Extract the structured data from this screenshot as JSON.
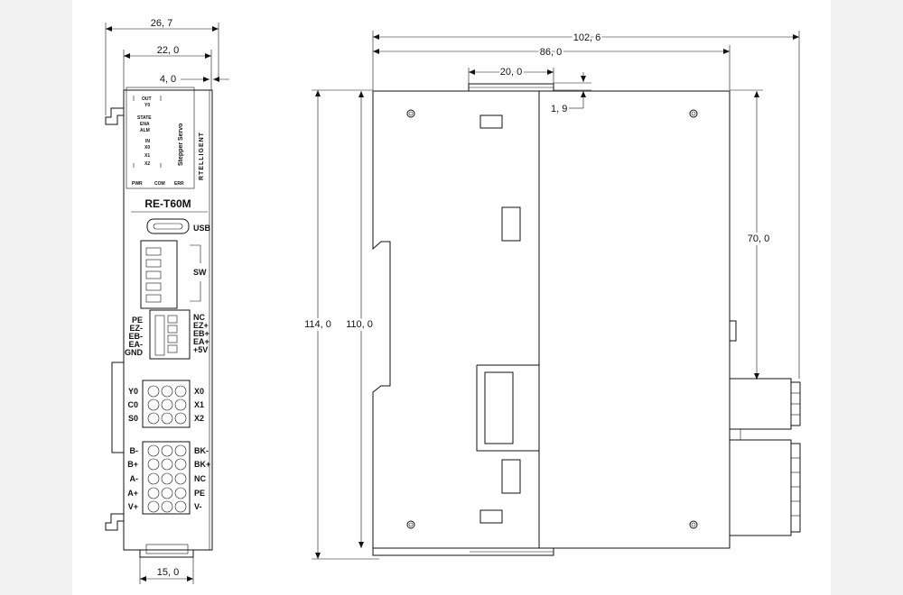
{
  "front_view": {
    "model": "RE-T60M",
    "brand": "RTELLIGENT",
    "product": "Stepper Servo",
    "status_indicators": [
      "OUT",
      "Y0",
      "STATE",
      "ENA",
      "ALM",
      "IN",
      "X0",
      "X1",
      "X2"
    ],
    "leds": [
      "PWR",
      "COM",
      "ERR"
    ],
    "usb_label": "USB",
    "sw_label": "SW",
    "encoder_left": [
      "PE",
      "EZ-",
      "EB-",
      "EA-",
      "GND"
    ],
    "encoder_right": [
      "NC",
      "EZ+",
      "EB+",
      "EA+",
      "+5V"
    ],
    "io_left": [
      "Y0",
      "C0",
      "S0"
    ],
    "io_right": [
      "X0",
      "X1",
      "X2"
    ],
    "power_left": [
      "B-",
      "B+",
      "A-",
      "A+",
      "V+"
    ],
    "power_right": [
      "BK-",
      "BK+",
      "NC",
      "PE",
      "V-"
    ]
  },
  "dimensions": {
    "front_total_width": "26, 7",
    "front_body_width": "22, 0",
    "front_clip_width": "4, 0",
    "front_bottom_width": "15, 0",
    "total_depth": "102, 6",
    "body_depth": "86, 0",
    "connector_width": "20, 0",
    "connector_height": "1, 9",
    "total_height": "114, 0",
    "body_height": "110, 0",
    "mount_height": "70, 0"
  },
  "colors": {
    "line": "#111111",
    "frame": "#f2f2f2"
  }
}
